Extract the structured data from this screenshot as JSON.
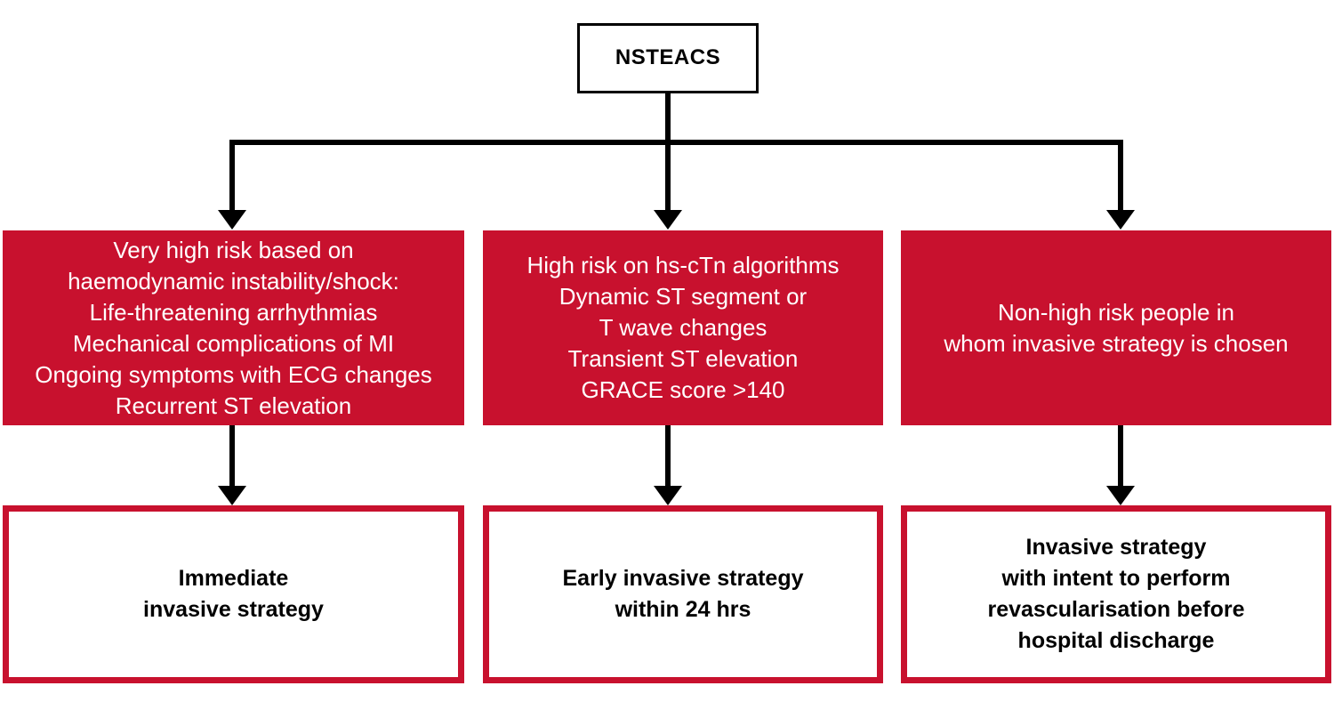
{
  "diagram": {
    "title": "NSTEACS invasive strategy risk stratification flowchart",
    "colors": {
      "red_fill": "#C8112E",
      "red_border": "#C8112E",
      "line": "#000000",
      "white_text": "#FFFFFF",
      "black_text": "#000000"
    },
    "root": {
      "label": "NSTEACS"
    },
    "risk_boxes": [
      {
        "id": "very-high-risk",
        "text": "Very high risk based on\nhaemodynamic instability/shock:\nLife-threatening arrhythmias\nMechanical complications of MI\nOngoing symptoms with ECG changes\nRecurrent ST elevation"
      },
      {
        "id": "high-risk",
        "text": "High risk on hs-cTn algorithms\nDynamic ST segment or\nT wave changes\nTransient ST elevation\nGRACE score >140"
      },
      {
        "id": "non-high-risk",
        "text": "Non-high risk people in\nwhom invasive strategy is chosen"
      }
    ],
    "outcome_boxes": [
      {
        "id": "immediate-invasive",
        "text": "Immediate\ninvasive strategy"
      },
      {
        "id": "early-invasive",
        "text": "Early invasive strategy\nwithin 24 hrs"
      },
      {
        "id": "invasive-before-discharge",
        "text": "Invasive strategy\nwith intent to perform\nrevascularisation before\nhospital discharge"
      }
    ]
  }
}
